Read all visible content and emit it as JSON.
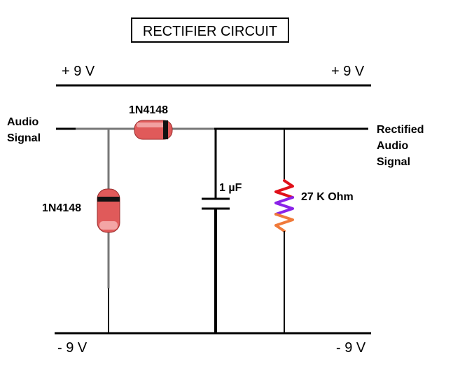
{
  "title": "RECTIFIER CIRCUIT",
  "rails": {
    "top_left": "+ 9 V",
    "top_right": "+ 9 V",
    "bottom_left": "- 9 V",
    "bottom_right": "- 9 V"
  },
  "labels": {
    "input_line1": "Audio",
    "input_line2": "Signal",
    "output_line1": "Rectified",
    "output_line2": "Audio",
    "output_line3": "Signal"
  },
  "components": {
    "series_diode": "1N4148",
    "shunt_diode": "1N4148",
    "capacitor": "1 µF",
    "resistor": "27 K Ohm"
  },
  "colors": {
    "wire": "#000000",
    "diode_body": "#e05a5a",
    "diode_highlight": "#f6b3b3",
    "diode_band": "#111111",
    "resistor_top": "#e0101a",
    "resistor_mid": "#8a22e8",
    "resistor_bottom": "#f07a3a",
    "lead": "#777777"
  }
}
